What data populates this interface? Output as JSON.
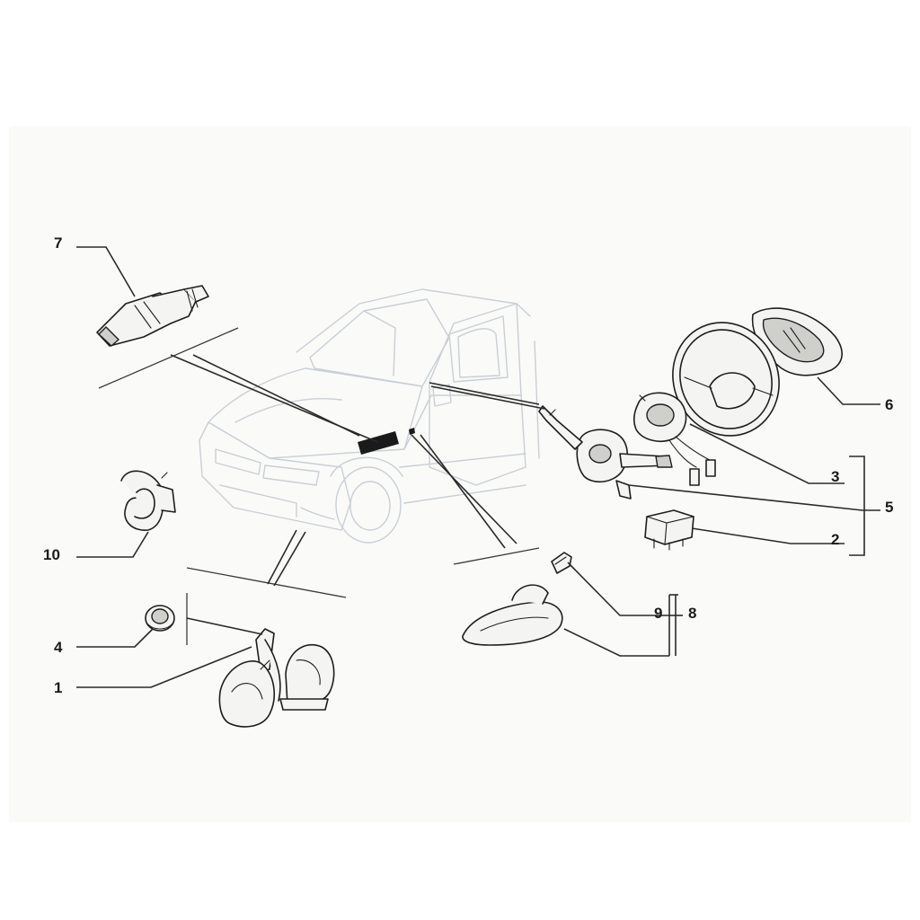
{
  "callouts": [
    {
      "id": "1",
      "label": "1"
    },
    {
      "id": "2",
      "label": "2"
    },
    {
      "id": "3",
      "label": "3"
    },
    {
      "id": "4",
      "label": "4"
    },
    {
      "id": "5",
      "label": "5"
    },
    {
      "id": "6",
      "label": "6"
    },
    {
      "id": "7",
      "label": "7"
    },
    {
      "id": "8",
      "label": "8"
    },
    {
      "id": "9",
      "label": "9"
    },
    {
      "id": "10",
      "label": "10"
    }
  ],
  "parts": [
    {
      "name": "horn-pair",
      "callout": "1"
    },
    {
      "name": "relay",
      "callout": "2"
    },
    {
      "name": "clock-spring",
      "callout": "3"
    },
    {
      "name": "rubber-grommet",
      "callout": "4"
    },
    {
      "name": "steering-column-switch",
      "callout": "5"
    },
    {
      "name": "steering-wheel-horn-pad",
      "callout": "6"
    },
    {
      "name": "brake-light-switch",
      "callout": "7"
    },
    {
      "name": "side-indicator-lamp",
      "callout": "8"
    },
    {
      "name": "indicator-bulb",
      "callout": "9"
    },
    {
      "name": "single-horn",
      "callout": "10"
    }
  ],
  "colors": {
    "background": "#ffffff",
    "panel": "#fafaf8",
    "line": "#1e1e1e",
    "car_outline": "#c9cfd6"
  }
}
